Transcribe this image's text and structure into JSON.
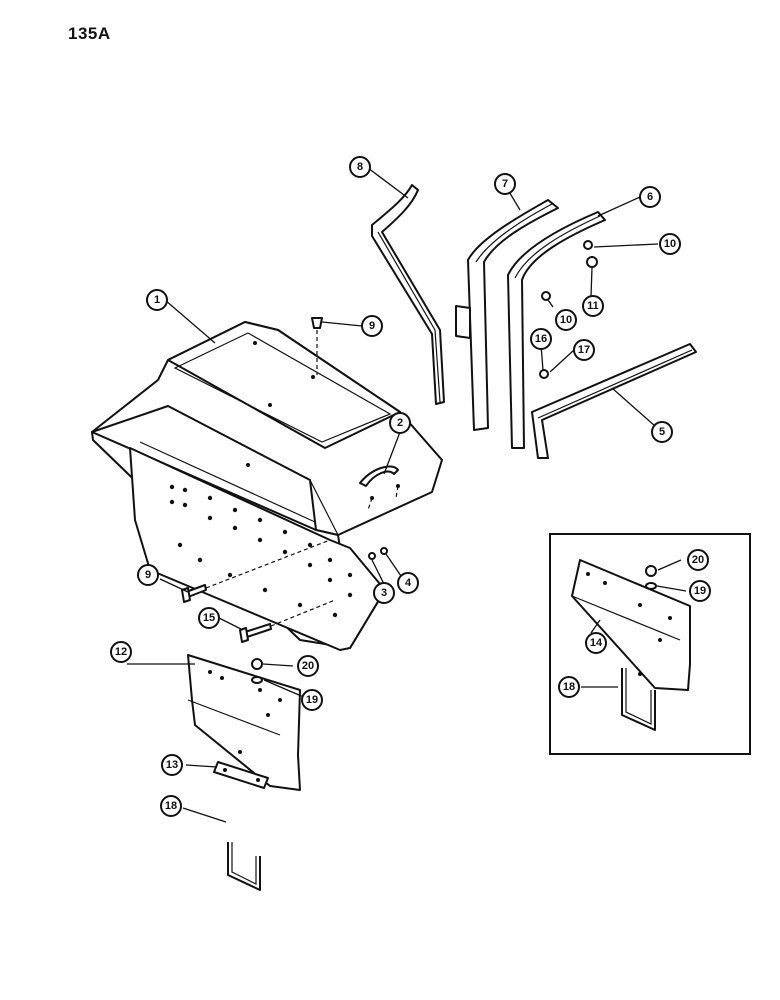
{
  "page": {
    "number": "135A"
  },
  "callouts": [
    {
      "id": "c1",
      "label": "1"
    },
    {
      "id": "c2",
      "label": "2"
    },
    {
      "id": "c3",
      "label": "3"
    },
    {
      "id": "c4",
      "label": "4"
    },
    {
      "id": "c5",
      "label": "5"
    },
    {
      "id": "c6",
      "label": "6"
    },
    {
      "id": "c7",
      "label": "7"
    },
    {
      "id": "c8",
      "label": "8"
    },
    {
      "id": "c9a",
      "label": "9"
    },
    {
      "id": "c9b",
      "label": "9"
    },
    {
      "id": "c10a",
      "label": "10"
    },
    {
      "id": "c10b",
      "label": "10"
    },
    {
      "id": "c11",
      "label": "11"
    },
    {
      "id": "c12",
      "label": "12"
    },
    {
      "id": "c13",
      "label": "13"
    },
    {
      "id": "c14",
      "label": "14"
    },
    {
      "id": "c15",
      "label": "15"
    },
    {
      "id": "c16",
      "label": "16"
    },
    {
      "id": "c17",
      "label": "17"
    },
    {
      "id": "c18a",
      "label": "18"
    },
    {
      "id": "c18b",
      "label": "18"
    },
    {
      "id": "c19a",
      "label": "19"
    },
    {
      "id": "c19b",
      "label": "19"
    },
    {
      "id": "c20a",
      "label": "20"
    },
    {
      "id": "c20b",
      "label": "20"
    }
  ]
}
